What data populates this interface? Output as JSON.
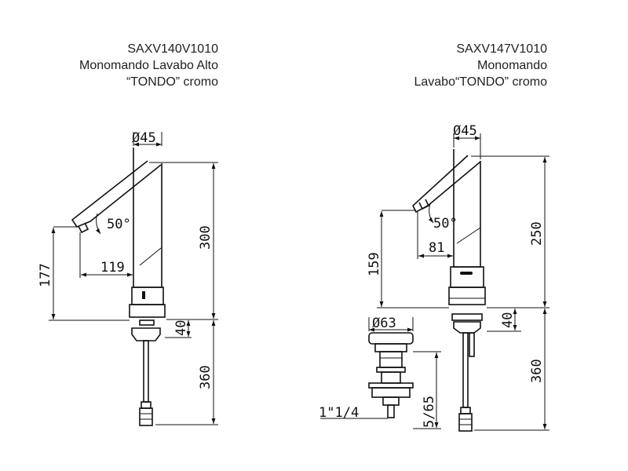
{
  "left": {
    "code": "SAXV140V1010",
    "desc1": "Monomando Lavabo Alto",
    "desc2": "“TONDO” cromo",
    "dims": {
      "diameter": "Ø45",
      "angle": "50°",
      "reach": "119",
      "spout_height": "177",
      "total_height": "300",
      "mount": "40",
      "hose": "360"
    }
  },
  "right": {
    "code": "SAXV147V1010",
    "desc1": "Monomando",
    "desc2": "Lavabo“TONDO” cromo",
    "dims": {
      "diameter": "Ø45",
      "angle": "50°",
      "reach": "81",
      "spout_height": "159",
      "total_height": "250",
      "mount": "40",
      "hose": "360",
      "waste_diameter": "Ø63",
      "waste_thread": "1\"1/4",
      "waste_range": "5/65"
    }
  }
}
